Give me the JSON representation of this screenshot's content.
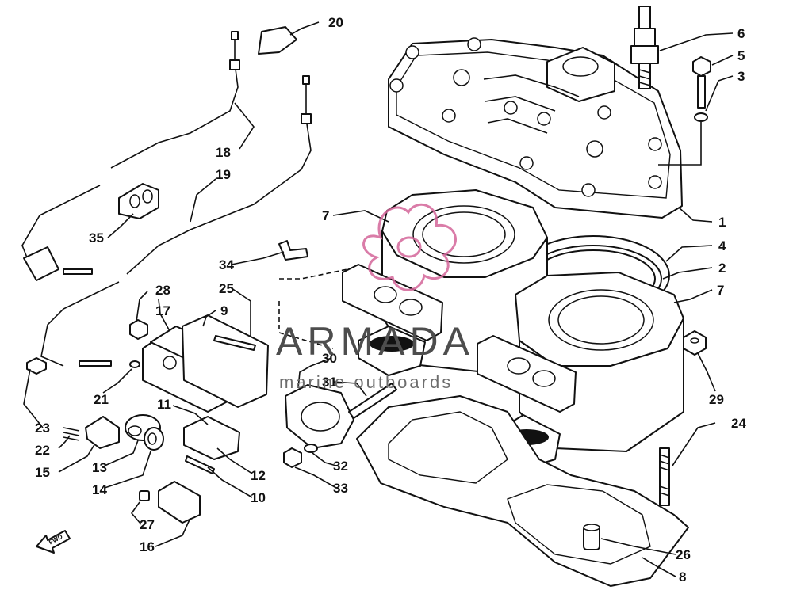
{
  "diagram": {
    "callouts": {
      "c1": "1",
      "c2": "2",
      "c3": "3",
      "c4": "4",
      "c5": "5",
      "c6": "6",
      "c7a": "7",
      "c7b": "7",
      "c8": "8",
      "c9": "9",
      "c10": "10",
      "c11": "11",
      "c12": "12",
      "c13": "13",
      "c14": "14",
      "c15": "15",
      "c16": "16",
      "c17": "17",
      "c18": "18",
      "c19": "19",
      "c20": "20",
      "c21": "21",
      "c22": "22",
      "c23": "23",
      "c24": "24",
      "c25": "25",
      "c26": "26",
      "c27": "27",
      "c28": "28",
      "c29": "29",
      "c30": "30",
      "c31": "31",
      "c32": "32",
      "c33": "33",
      "c34": "34",
      "c35": "35"
    },
    "forward_arrow_label": "FWD"
  },
  "watermark": {
    "brand": "ARMADA",
    "tagline": "marine outboards",
    "logo_color": "#d4669a"
  }
}
